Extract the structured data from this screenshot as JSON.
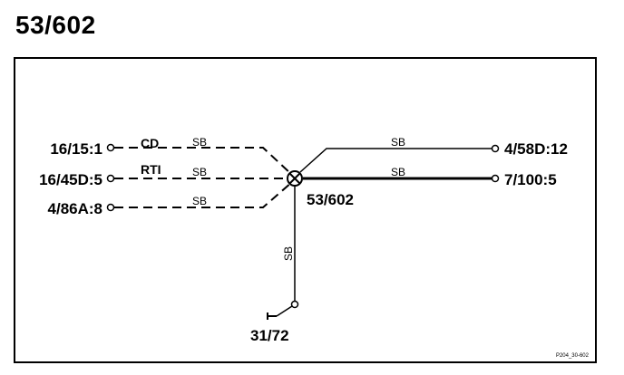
{
  "title": "53/602",
  "diagram": {
    "left_connectors": [
      "16/15:1",
      "16/45D:5",
      "4/86A:8"
    ],
    "right_connectors": [
      "4/58D:12",
      "7/100:5"
    ],
    "signal_labels": [
      "CD",
      "RTI"
    ],
    "wire_color_labels": [
      "SB",
      "SB",
      "SB",
      "SB",
      "SB",
      "SB"
    ],
    "node_label": "53/602",
    "ground_label": "31/72",
    "reference_code": "P204_30-602"
  }
}
